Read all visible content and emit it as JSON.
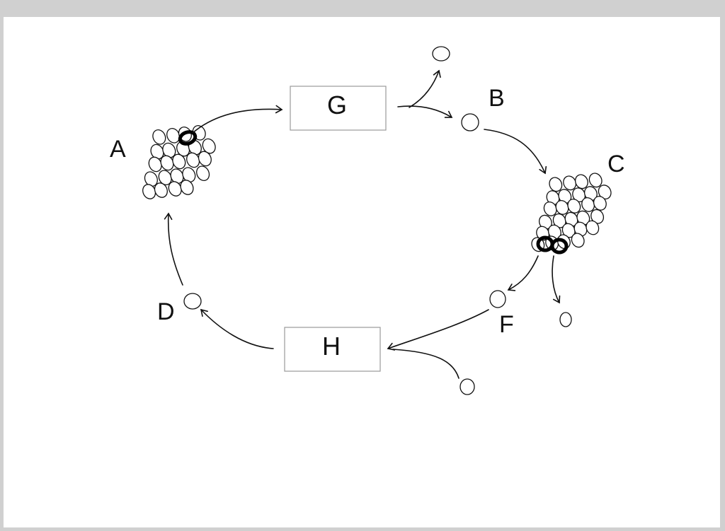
{
  "labels": {
    "A": "A",
    "B": "B",
    "C": "C",
    "D": "D",
    "F": "F",
    "G": "G",
    "H": "H"
  }
}
